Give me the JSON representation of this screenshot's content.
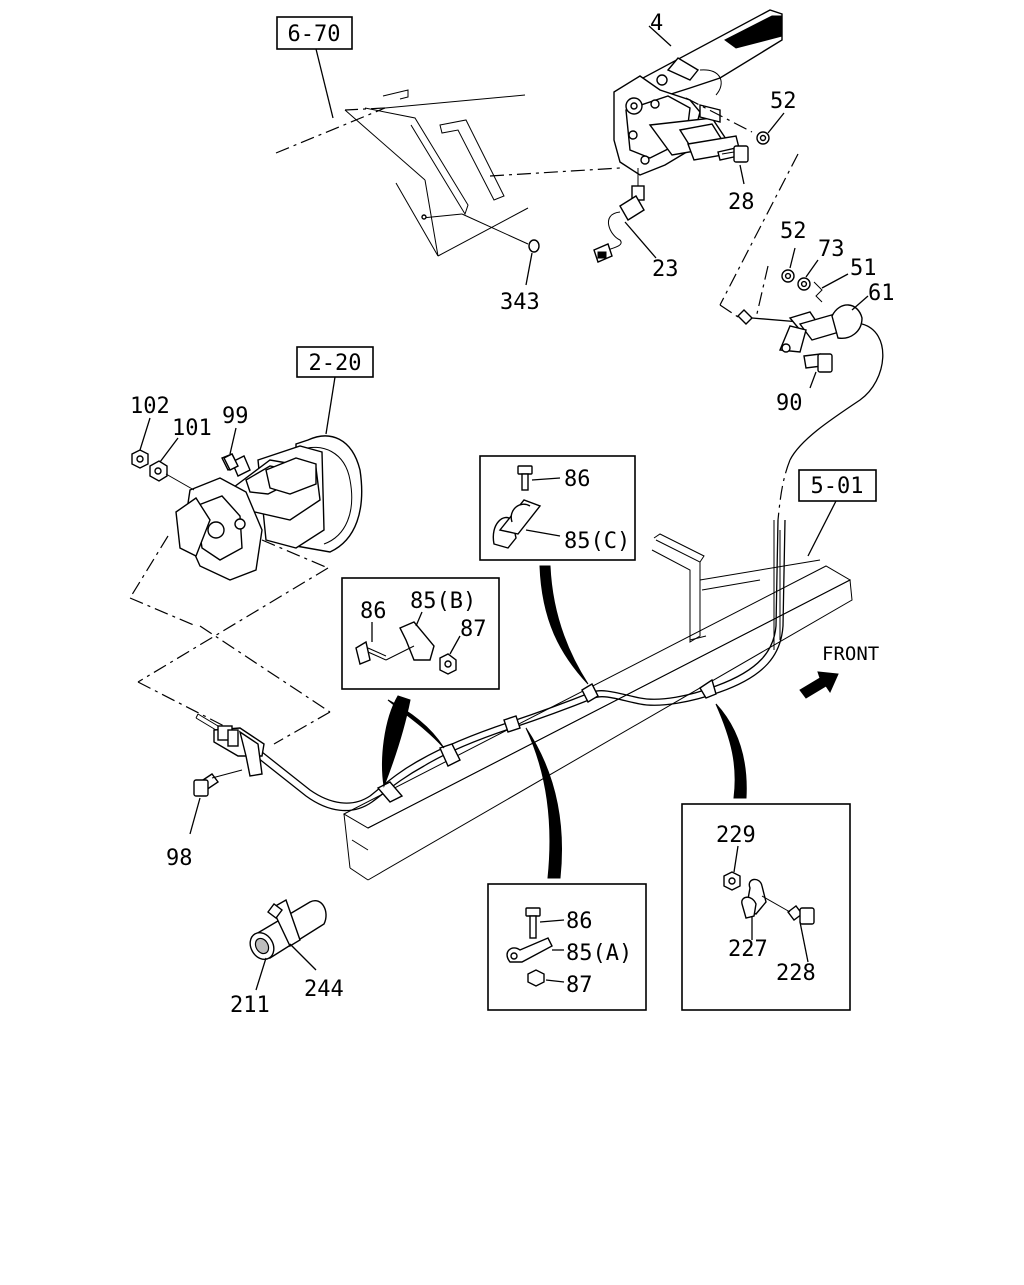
{
  "references": {
    "ref_6_70": "6-70",
    "ref_2_20": "2-20",
    "ref_5_01": "5-01"
  },
  "front_label": "FRONT",
  "callouts": {
    "c4": "4",
    "c52a": "52",
    "c28": "28",
    "c23": "23",
    "c343": "343",
    "c52b": "52",
    "c73": "73",
    "c51": "51",
    "c61": "61",
    "c90": "90",
    "c102": "102",
    "c101": "101",
    "c99": "99",
    "c98": "98",
    "c211": "211",
    "c244": "244"
  },
  "detail_c": {
    "bolt": "86",
    "clip": "85(C)"
  },
  "detail_b": {
    "bolt": "86",
    "clip": "85(B)",
    "nut": "87"
  },
  "detail_a": {
    "bolt": "86",
    "clip": "85(A)",
    "nut": "87"
  },
  "detail_d": {
    "nut": "229",
    "clip": "227",
    "bolt": "228"
  }
}
